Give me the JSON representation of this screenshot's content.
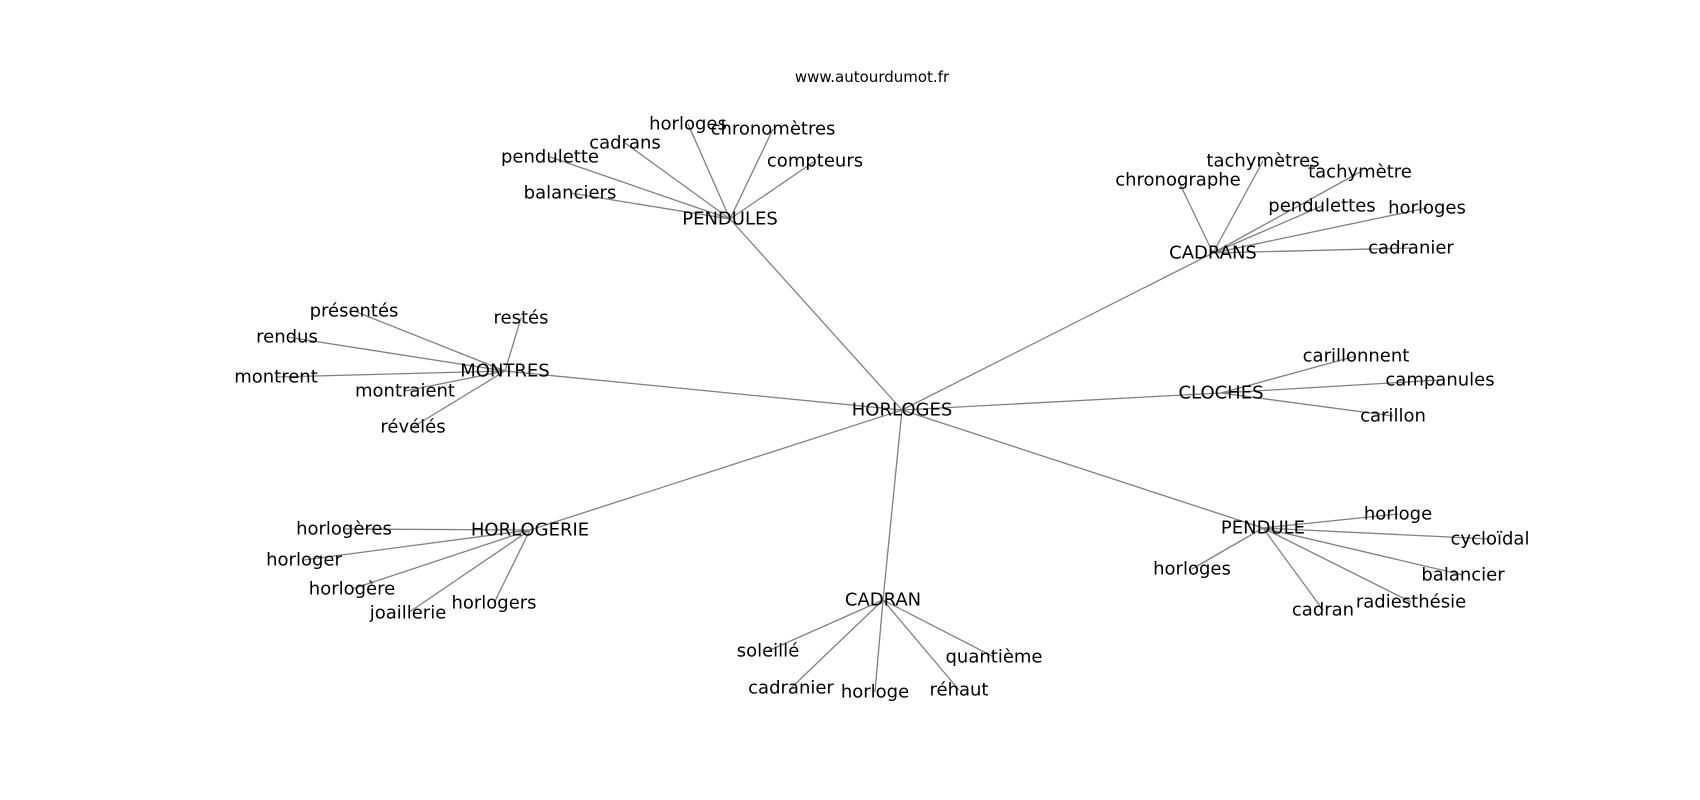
{
  "source": "www.autourdumot.fr",
  "center": {
    "id": "horloges",
    "label": "HORLOGES"
  },
  "hubs": [
    {
      "id": "pendules",
      "label": "PENDULES",
      "children": [
        {
          "id": "pendules-horloges",
          "label": "horloges"
        },
        {
          "id": "chronometres",
          "label": "chronomètres"
        },
        {
          "id": "cadrans",
          "label": "cadrans"
        },
        {
          "id": "pendulette",
          "label": "pendulette"
        },
        {
          "id": "compteurs",
          "label": "compteurs"
        },
        {
          "id": "balanciers",
          "label": "balanciers"
        }
      ]
    },
    {
      "id": "cadrans-hub",
      "label": "CADRANS",
      "children": [
        {
          "id": "tachymetres",
          "label": "tachymètres"
        },
        {
          "id": "chronographe",
          "label": "chronographe"
        },
        {
          "id": "tachymetre",
          "label": "tachymètre"
        },
        {
          "id": "pendulettes",
          "label": "pendulettes"
        },
        {
          "id": "cadrans-horloges",
          "label": "horloges"
        },
        {
          "id": "cadrans-cadranier",
          "label": "cadranier"
        }
      ]
    },
    {
      "id": "montres",
      "label": "MONTRES",
      "children": [
        {
          "id": "presentes",
          "label": "présentés"
        },
        {
          "id": "restes",
          "label": "restés"
        },
        {
          "id": "rendus",
          "label": "rendus"
        },
        {
          "id": "montrent",
          "label": "montrent"
        },
        {
          "id": "montraient",
          "label": "montraient"
        },
        {
          "id": "reveles",
          "label": "révélés"
        }
      ]
    },
    {
      "id": "cloches",
      "label": "CLOCHES",
      "children": [
        {
          "id": "carillonnent",
          "label": "carillonnent"
        },
        {
          "id": "campanules",
          "label": "campanules"
        },
        {
          "id": "carillon",
          "label": "carillon"
        }
      ]
    },
    {
      "id": "horlogerie",
      "label": "HORLOGERIE",
      "children": [
        {
          "id": "horlogeres",
          "label": "horlogères"
        },
        {
          "id": "horloger",
          "label": "horloger"
        },
        {
          "id": "horlogere",
          "label": "horlogère"
        },
        {
          "id": "joaillerie",
          "label": "joaillerie"
        },
        {
          "id": "horlogers",
          "label": "horlogers"
        }
      ]
    },
    {
      "id": "pendule",
      "label": "PENDULE",
      "children": [
        {
          "id": "pendule-horloge",
          "label": "horloge"
        },
        {
          "id": "cycloidal",
          "label": "cycloïdal"
        },
        {
          "id": "pendule-horloges",
          "label": "horloges"
        },
        {
          "id": "balancier",
          "label": "balancier"
        },
        {
          "id": "radiesthesie",
          "label": "radiesthésie"
        },
        {
          "id": "cadran-word",
          "label": "cadran"
        }
      ]
    },
    {
      "id": "cadran",
      "label": "CADRAN",
      "children": [
        {
          "id": "soleille",
          "label": "soleillé"
        },
        {
          "id": "quantieme",
          "label": "quantième"
        },
        {
          "id": "cadran-cadranier",
          "label": "cadranier"
        },
        {
          "id": "cadran-horloge",
          "label": "horloge"
        },
        {
          "id": "rehaut",
          "label": "réhaut"
        }
      ]
    }
  ]
}
